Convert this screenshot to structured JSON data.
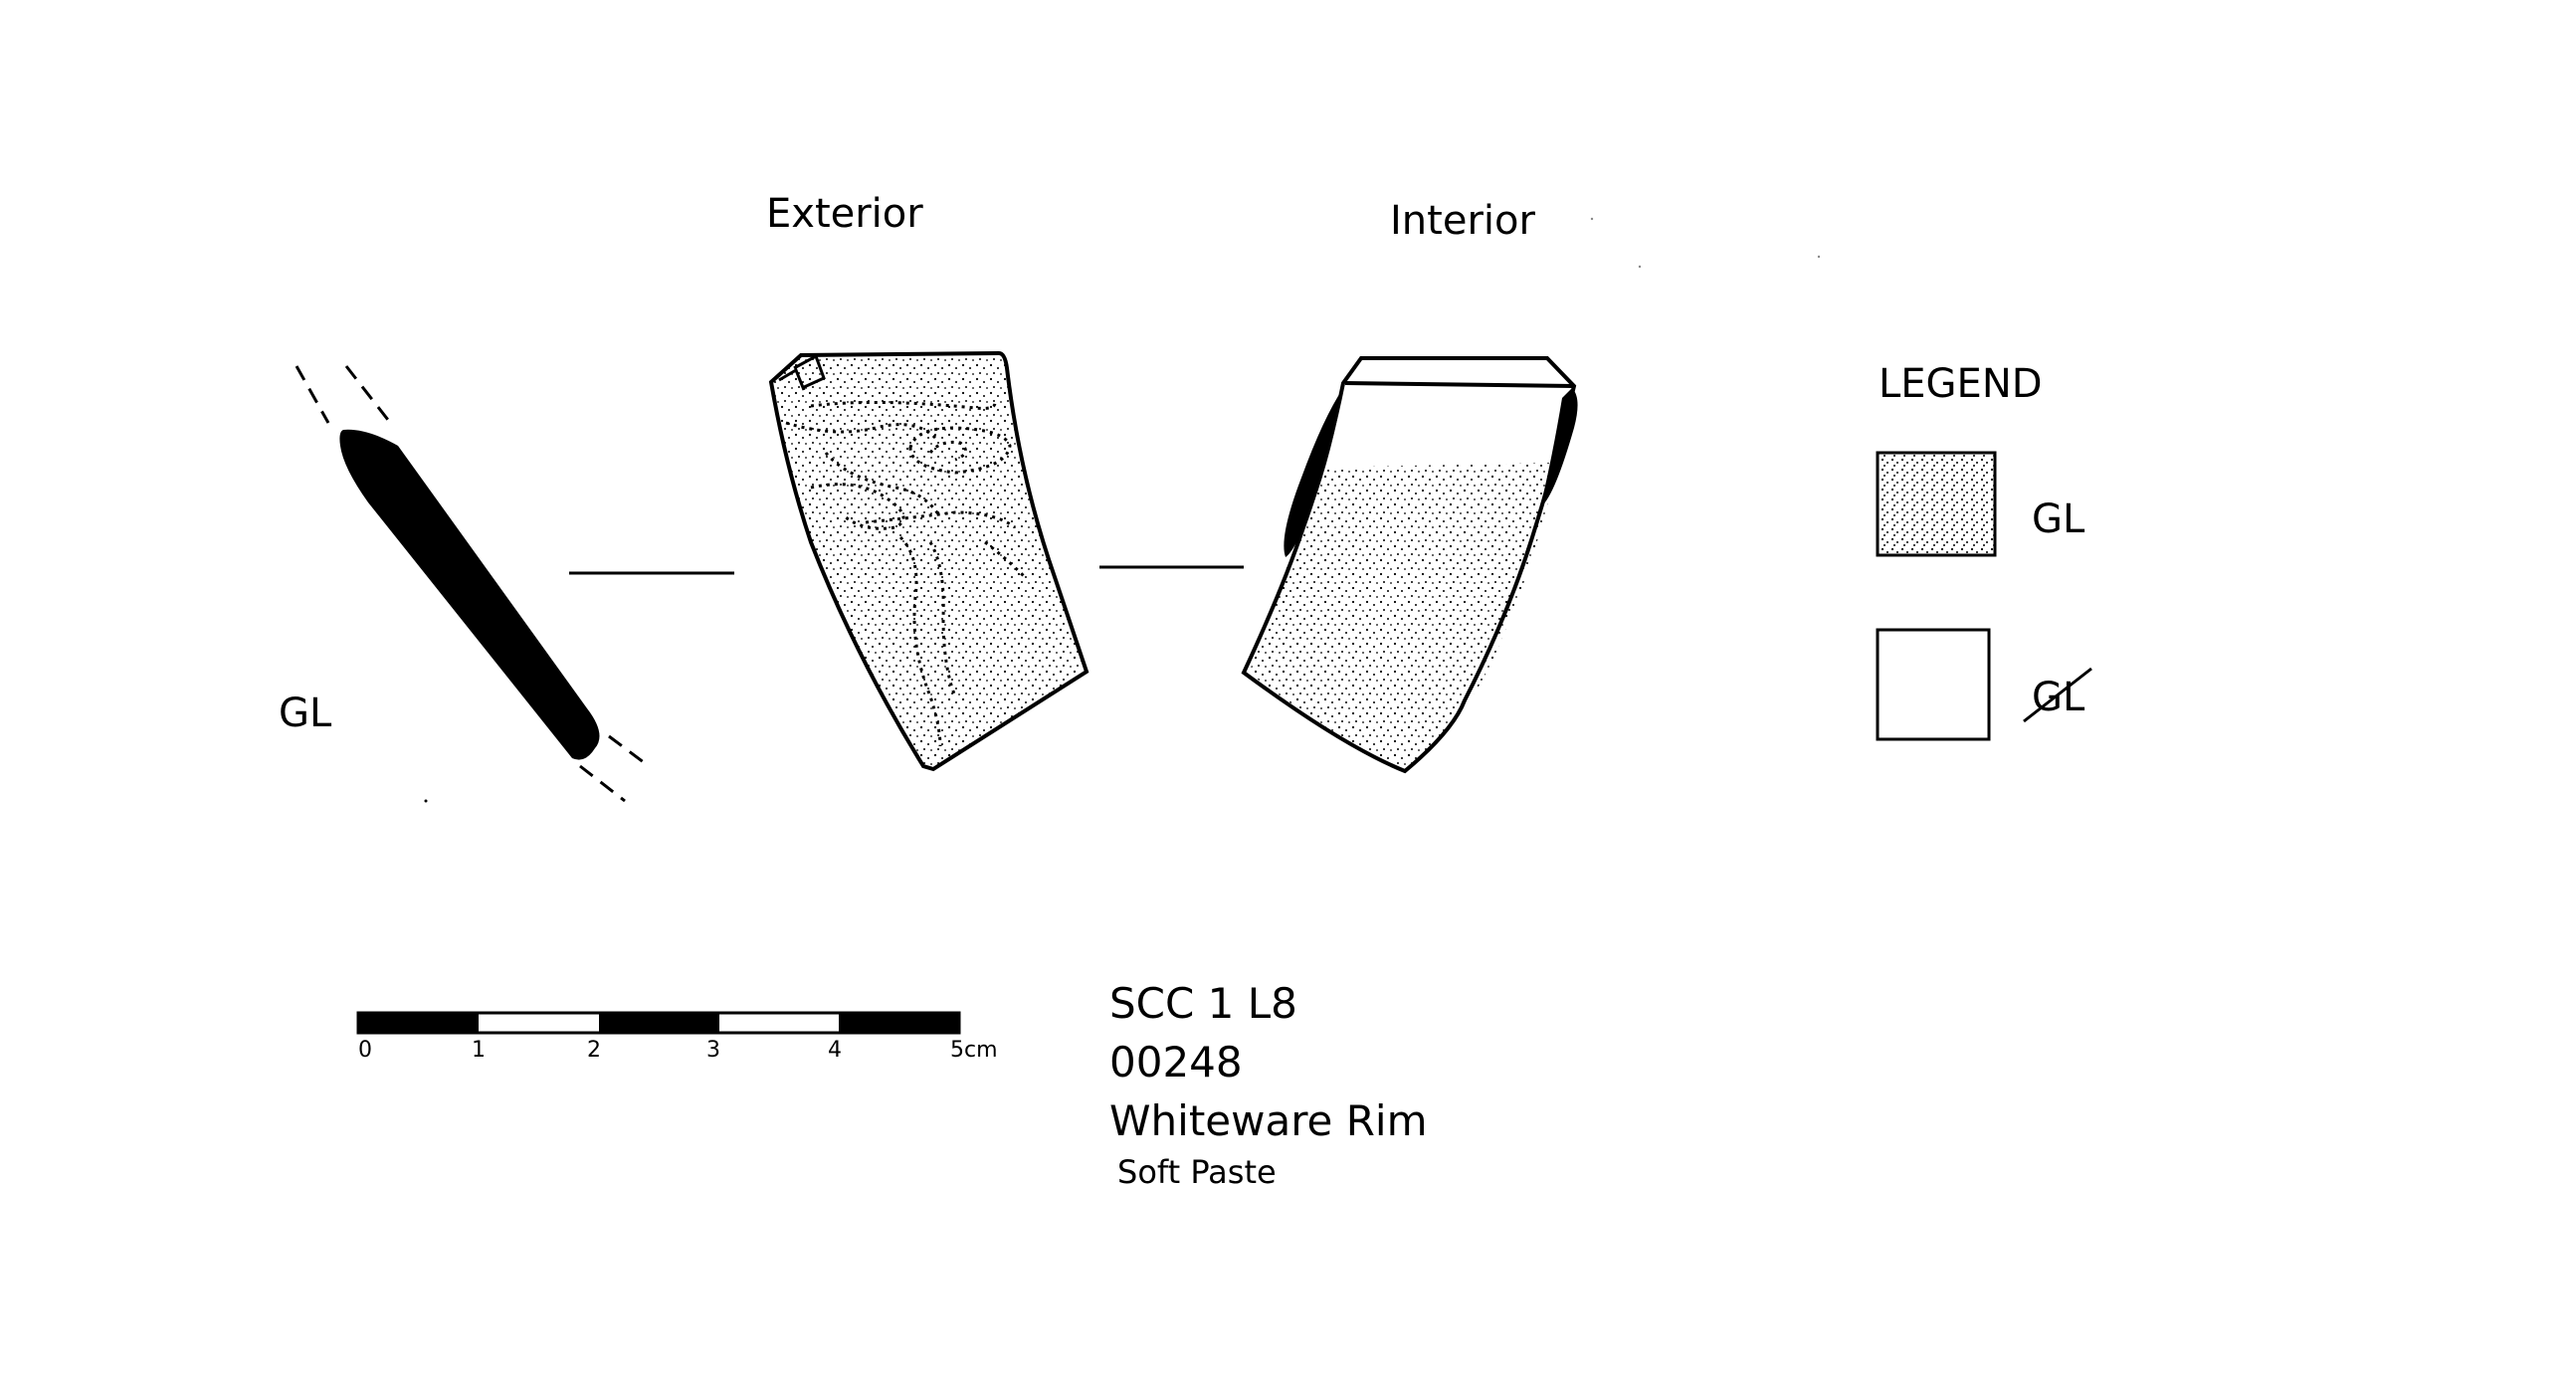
{
  "views": {
    "exterior_label": "Exterior",
    "interior_label": "Interior"
  },
  "profile": {
    "gl_label": "GL"
  },
  "legend": {
    "title": "LEGEND",
    "glazed_label": "GL",
    "unglazed_label": "GL"
  },
  "scale_bar": {
    "tick_labels": [
      "0",
      "1",
      "2",
      "3",
      "4",
      "5cm"
    ]
  },
  "catalog": {
    "context": "SCC 1 L8",
    "number": "00248",
    "description": "Whiteware Rim",
    "note": "Soft Paste"
  }
}
